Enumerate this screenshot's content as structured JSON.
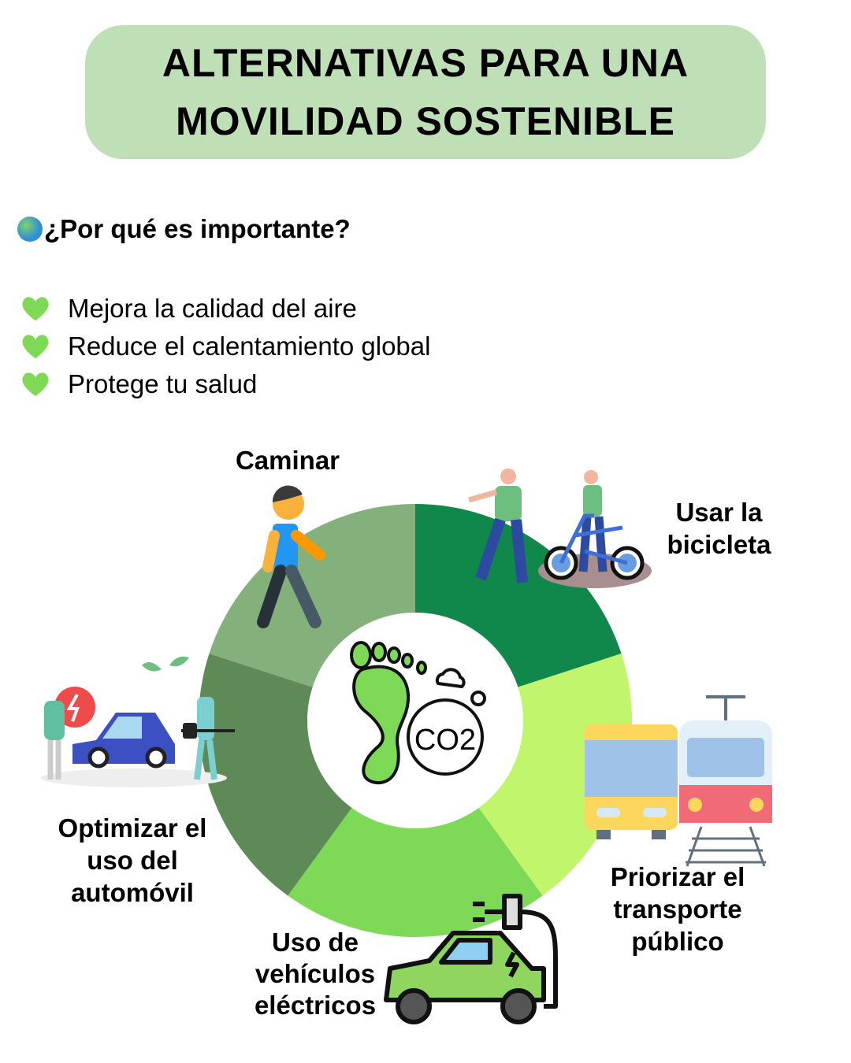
{
  "header": {
    "title_line1": "ALTERNATIVAS PARA UNA",
    "title_line2": "MOVILIDAD SOSTENIBLE"
  },
  "why": {
    "icon": "globe-icon",
    "heading": "¿Por qué es importante?"
  },
  "benefits": [
    {
      "icon": "green-heart-icon",
      "text": "Mejora la calidad del aire"
    },
    {
      "icon": "green-heart-icon",
      "text": "Reduce el calentamiento global"
    },
    {
      "icon": "green-heart-icon",
      "text": "Protege tu salud"
    }
  ],
  "center": {
    "icon": "co2-footprint-icon",
    "text": "CO2"
  },
  "segments": [
    {
      "color": "#11884b",
      "label_lines": [
        "Usar la",
        "bicicleta"
      ],
      "icon": "bicycle-people-icon"
    },
    {
      "color": "#c0f56c",
      "label_lines": [
        "Priorizar el",
        "transporte",
        "público"
      ],
      "icon": "bus-train-icon"
    },
    {
      "color": "#7ed957",
      "label_lines": [
        "Uso de",
        "vehículos",
        "eléctricos"
      ],
      "icon": "electric-car-icon"
    },
    {
      "color": "#5e8a58",
      "label_lines": [
        "Optimizar el",
        "uso del",
        "automóvil"
      ],
      "icon": "carpool-people-icon"
    },
    {
      "color": "#84b17b",
      "label_lines": [
        "Caminar"
      ],
      "icon": "walking-person-icon"
    }
  ]
}
